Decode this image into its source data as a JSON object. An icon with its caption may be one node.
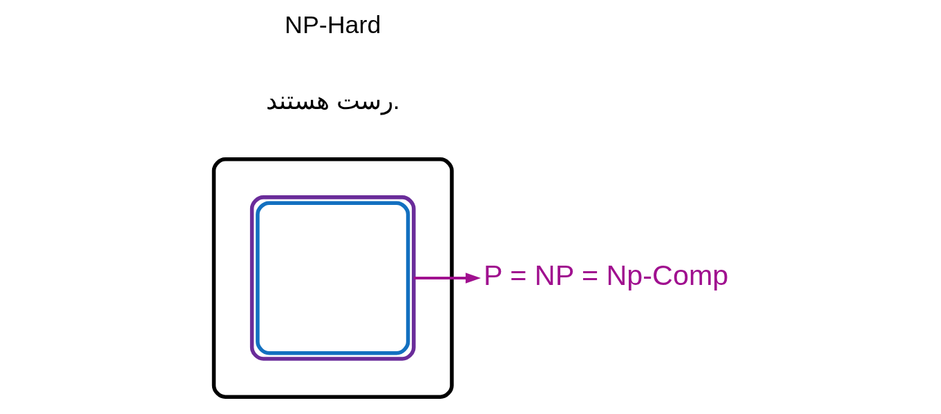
{
  "diagram": {
    "nodes": [
      {
        "text": [],
        "shape": "box"
      },
      {
        "text": [],
        "shape": "box",
        "in": 0
      },
      {
        "text": [],
        "shape": "box",
        "in": 1
      },
      {
        "text": [
          "P = NP = Np-Comp"
        ]
      }
    ],
    "edges": [
      {
        "from": 1,
        "to": 3,
        "arrow": "to",
        "color": "#a0108f"
      }
    ],
    "labels": [
      "رست هستند.",
      "NP-Hard"
    ]
  }
}
